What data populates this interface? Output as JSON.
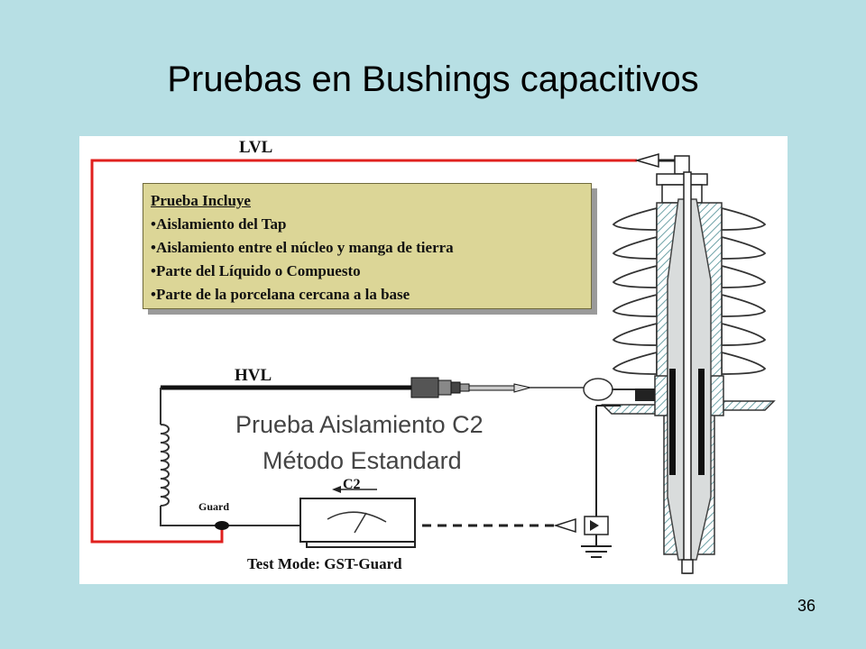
{
  "slide": {
    "title": "Pruebas en Bushings capacitivos",
    "page_number": "36"
  },
  "diagram": {
    "info_box": {
      "heading": "Prueba Incluye",
      "items": [
        "•Aislamiento del Tap",
        "•Aislamiento entre el núcleo y manga de tierra",
        "•Parte del Líquido o Compuesto",
        "•Parte de la porcelana cercana a la base"
      ]
    },
    "labels": {
      "lvl": "LVL",
      "hvl": "HVL",
      "guard": "Guard",
      "c2": "C2",
      "test_mode": "Test Mode: GST-Guard"
    },
    "test_title_line1": "Prueba Aislamiento C2",
    "test_title_line2": "Método Estandard",
    "colors": {
      "lvl_wire": "#e0201e",
      "box_fill": "#dcd697",
      "porcelain": "#ffffff",
      "hatch": "#6fa3a8"
    }
  }
}
